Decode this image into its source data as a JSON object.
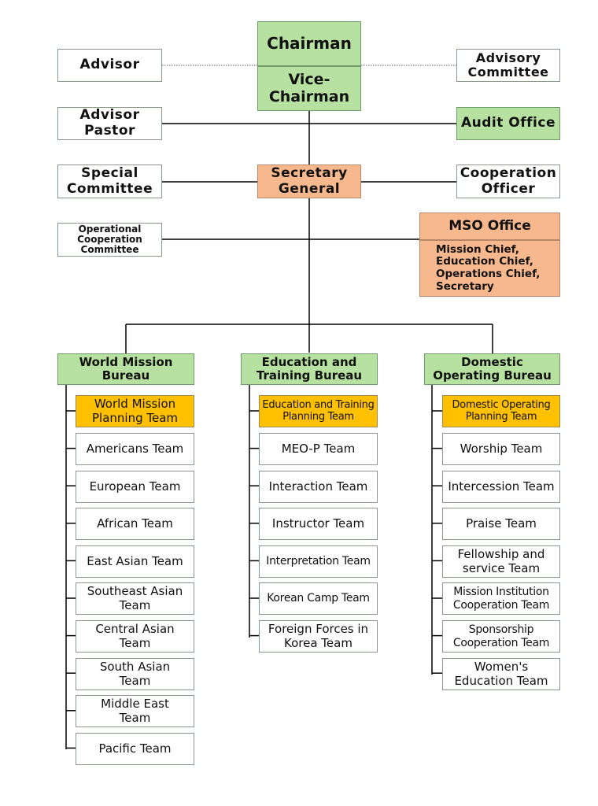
{
  "chairman": "Chairman",
  "vice_chairman": "Vice-\nChairman",
  "advisor": "Advisor",
  "advisory_committee": "Advisory\nCommittee",
  "advisor_pastor": "Advisor\nPastor",
  "audit_office": "Audit Office",
  "special_committee": "Special\nCommittee",
  "secretary_general": "Secretary\nGeneral",
  "cooperation_officer": "Cooperation\nOfficer",
  "operational_cooperation_committee": "Operational\nCooperation\nCommittee",
  "mso_office": {
    "title": "MSO Office",
    "members": "Mission Chief,\nEducation Chief,\nOperations Chief,\nSecretary"
  },
  "bureaus": [
    {
      "name": "World Mission\nBureau",
      "planning_team": "World Mission\nPlanning Team",
      "teams": [
        "Americans Team",
        "European Team",
        "African Team",
        "East Asian Team",
        "Southeast Asian\nTeam",
        "Central Asian\nTeam",
        "South Asian\nTeam",
        "Middle East\nTeam",
        "Pacific Team"
      ]
    },
    {
      "name": "Education and\nTraining Bureau",
      "planning_team": "Education and Training\nPlanning Team",
      "teams": [
        "MEO-P Team",
        "Interaction Team",
        "Instructor Team",
        "Interpretation Team",
        "Korean Camp Team",
        "Foreign Forces in\nKorea Team"
      ]
    },
    {
      "name": "Domestic\nOperating Bureau",
      "planning_team": "Domestic Operating\nPlanning Team",
      "teams": [
        "Worship Team",
        "Intercession Team",
        "Praise Team",
        "Fellowship and\nservice Team",
        "Mission Institution\nCooperation Team",
        "Sponsorship\nCooperation Team",
        "Women's\nEducation Team"
      ]
    }
  ],
  "colors": {
    "green": "#b7e1a1",
    "orange": "#f8b88d",
    "yellow": "#ffc000",
    "line": "#000000"
  }
}
